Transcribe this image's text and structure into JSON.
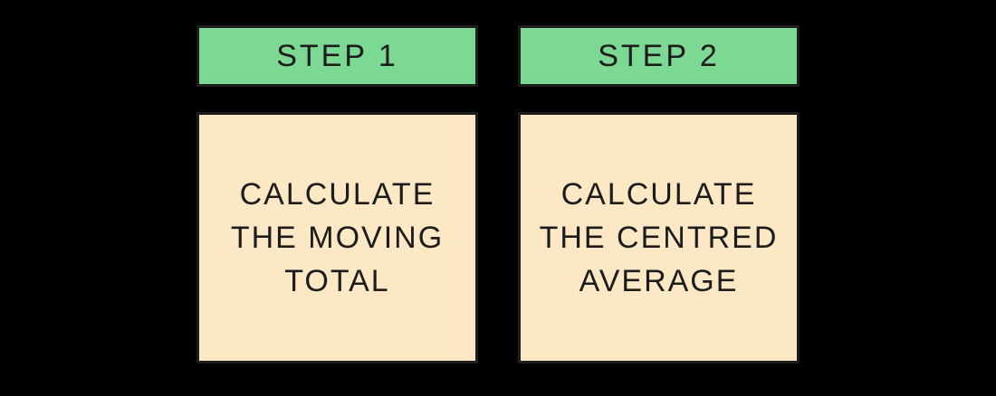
{
  "colors": {
    "header_green": "#7BD993",
    "body_cream": "#FCE8C5",
    "border_dark": "#1E1E1E",
    "text_dark": "#1C1C1C",
    "canvas_bg": "#000000"
  },
  "diagram": {
    "type": "step-flow",
    "steps": [
      {
        "header": "STEP 1",
        "lines": [
          "CALCULATE",
          "THE MOVING",
          "TOTAL"
        ]
      },
      {
        "header": "STEP 2",
        "lines": [
          "CALCULATE",
          "THE CENTRED",
          "AVERAGE"
        ]
      }
    ]
  }
}
